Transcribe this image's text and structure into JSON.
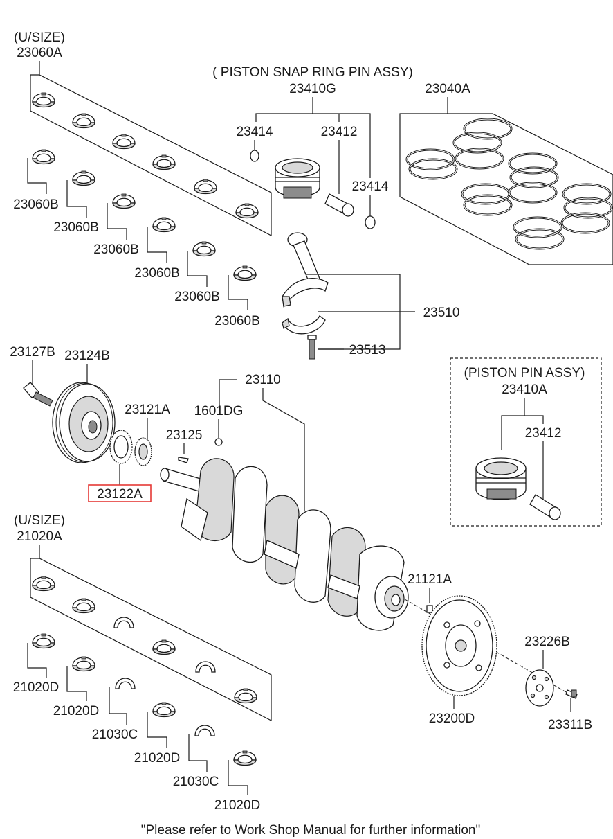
{
  "colors": {
    "line": "#1a1a1a",
    "highlight": "#e53935",
    "shade": "#d9d9d9"
  },
  "groups": {
    "upper_bearing_set": {
      "header": "(U/SIZE)",
      "code": "23060A"
    },
    "piston_snap_ring_pin_assy": {
      "header": "( PISTON  SNAP RING  PIN ASSY)",
      "code": "23410G"
    },
    "piston_ring_set": {
      "code": "23040A"
    },
    "piston_pin_assy": {
      "header": "(PISTON  PIN ASSY)",
      "code": "23410A"
    },
    "lower_bearing_set": {
      "header": "(U/SIZE)",
      "code": "21020A"
    }
  },
  "labels": {
    "l23414_top": "23414",
    "l23412_top": "23412",
    "l23414_right": "23414",
    "l23060B_1": "23060B",
    "l23060B_2": "23060B",
    "l23060B_3": "23060B",
    "l23060B_4": "23060B",
    "l23060B_5": "23060B",
    "l23060B_6": "23060B",
    "l23510": "23510",
    "l23513": "23513",
    "l23127B": "23127B",
    "l23124B": "23124B",
    "l23110": "23110",
    "l23121A": "23121A",
    "l1601DG": "1601DG",
    "l23125": "23125",
    "l23122A": "23122A",
    "l23412_pin": "23412",
    "l21121A": "21121A",
    "l23226B": "23226B",
    "l23200D": "23200D",
    "l23311B": "23311B",
    "l21020D_1": "21020D",
    "l21020D_2": "21020D",
    "l21030C_1": "21030C",
    "l21020D_3": "21020D",
    "l21030C_2": "21030C",
    "l21020D_4": "21020D"
  },
  "highlighted_part": "23122A",
  "footer_note": "\"Please refer to Work Shop Manual for further information\""
}
